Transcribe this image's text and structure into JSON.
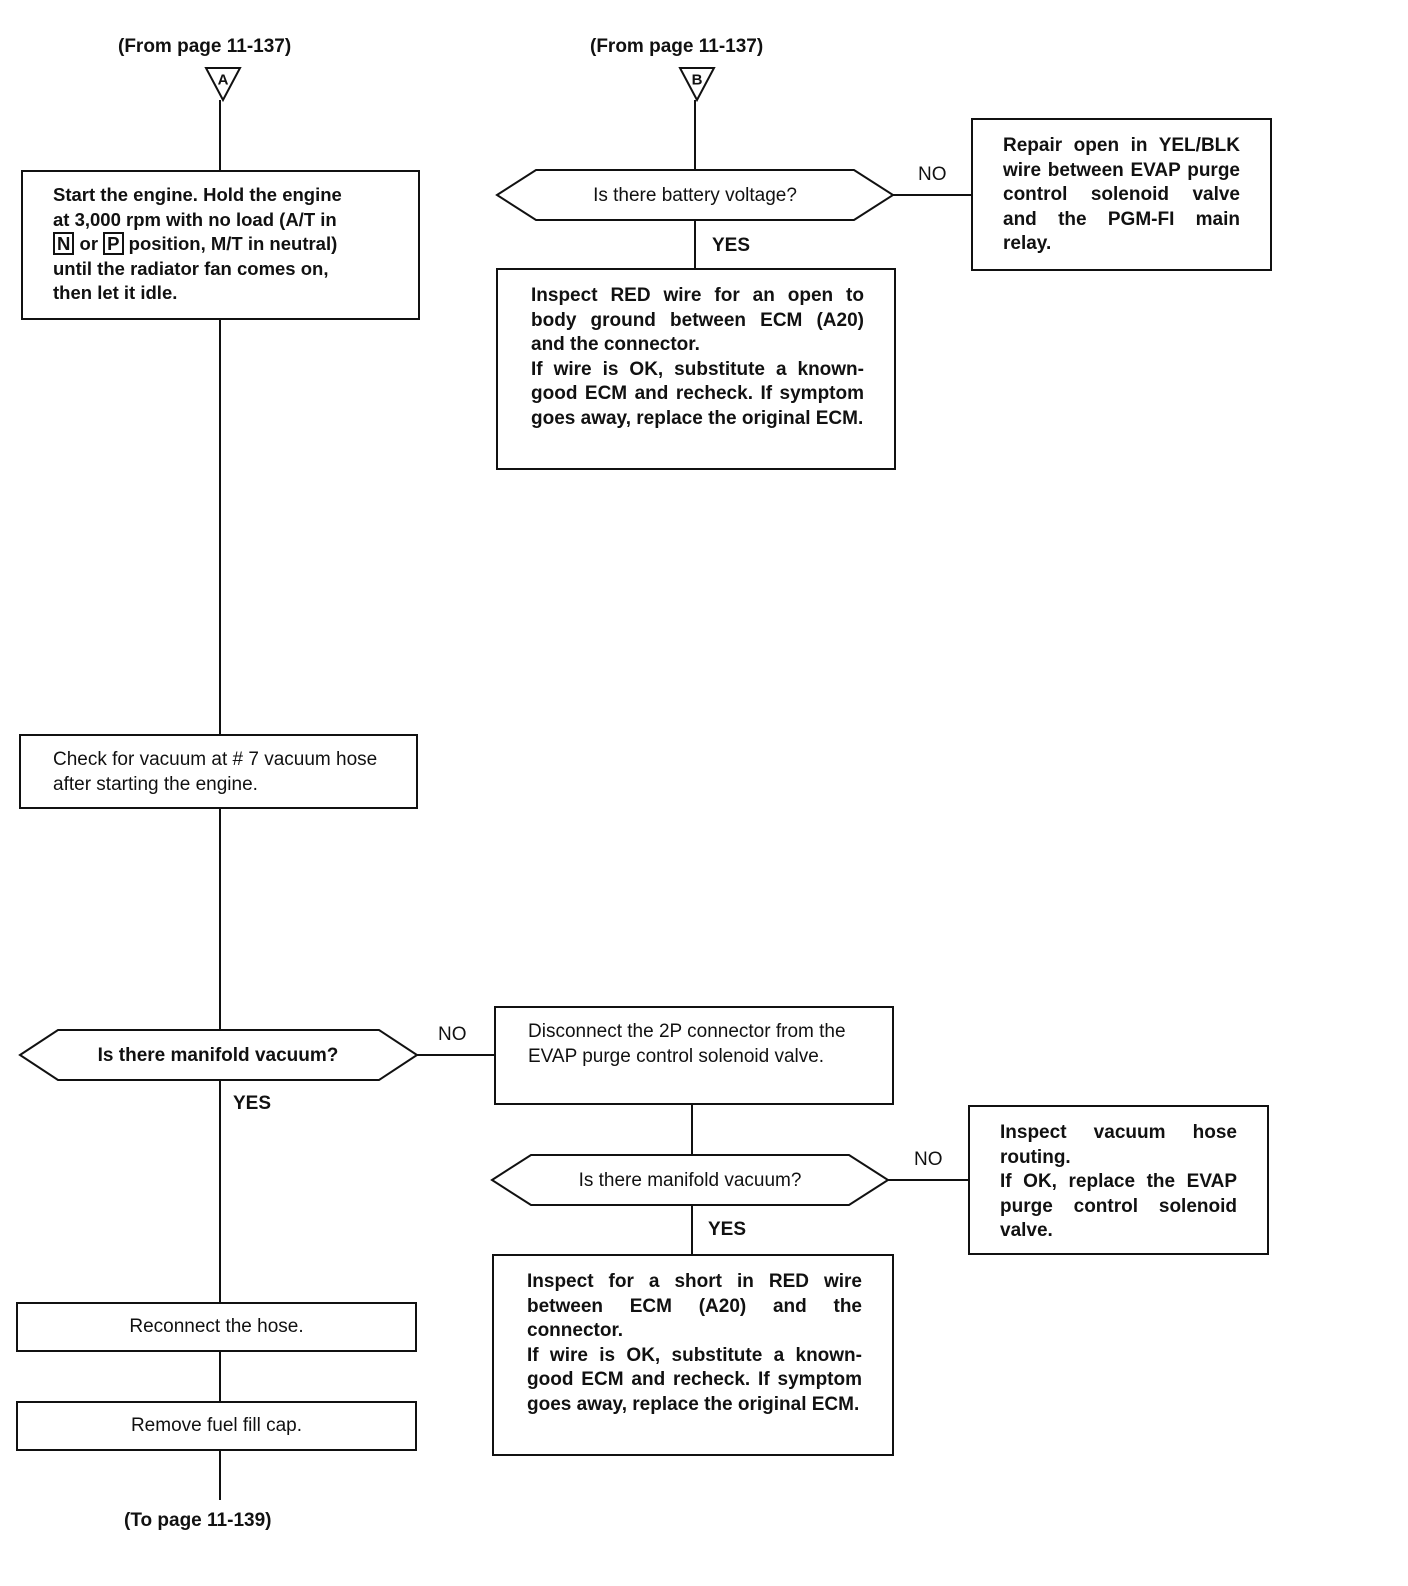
{
  "colors": {
    "line": "#111111",
    "background": "#ffffff"
  },
  "refs": {
    "from_a": "(From page 11-137)",
    "from_b": "(From page 11-137)",
    "to": "(To page 11-139)"
  },
  "connectors": {
    "a": "A",
    "b": "B"
  },
  "boxes": {
    "start_engine": {
      "line1": "Start the engine. Hold the engine",
      "line2": "at 3,000 rpm with no load (A/T in",
      "n": "N",
      "or": "or",
      "p": "P",
      "line3_rest": "position, M/T in neutral)",
      "line4": "until the radiator fan comes on,",
      "line5": "then let it idle."
    },
    "repair_open": "Repair open in YEL/BLK wire between EVAP purge control solenoid valve and the PGM-FI main relay.",
    "inspect_red_open": {
      "p1": "Inspect RED wire for an open to body ground between ECM (A20) and the connector.",
      "p2": "If wire is OK, substitute a known-good ECM and recheck. If symptom goes away, replace the original ECM."
    },
    "check_vacuum": "Check for vacuum at # 7 vacuum hose after starting the engine.",
    "disconnect_2p": "Disconnect the 2P connector from the EVAP purge control solenoid valve.",
    "inspect_hose": {
      "p1": "Inspect vacuum hose routing.",
      "p2": "If OK, replace the EVAP purge control solenoid valve."
    },
    "inspect_short": {
      "p1": "Inspect for a short in RED wire between ECM (A20) and the connector.",
      "p2": "If wire is OK, substitute a known-good ECM and recheck. If symptom goes away, replace the original ECM."
    },
    "reconnect": "Reconnect the hose.",
    "remove_cap": "Remove fuel fill cap."
  },
  "decisions": {
    "battery": "Is there battery voltage?",
    "manifold1": "Is there manifold vacuum?",
    "manifold2": "Is there manifold vacuum?"
  },
  "labels": {
    "no_battery": "NO",
    "yes_battery": "YES",
    "no_manifold1": "NO",
    "yes_manifold1": "YES",
    "no_manifold2": "NO",
    "yes_manifold2": "YES"
  }
}
